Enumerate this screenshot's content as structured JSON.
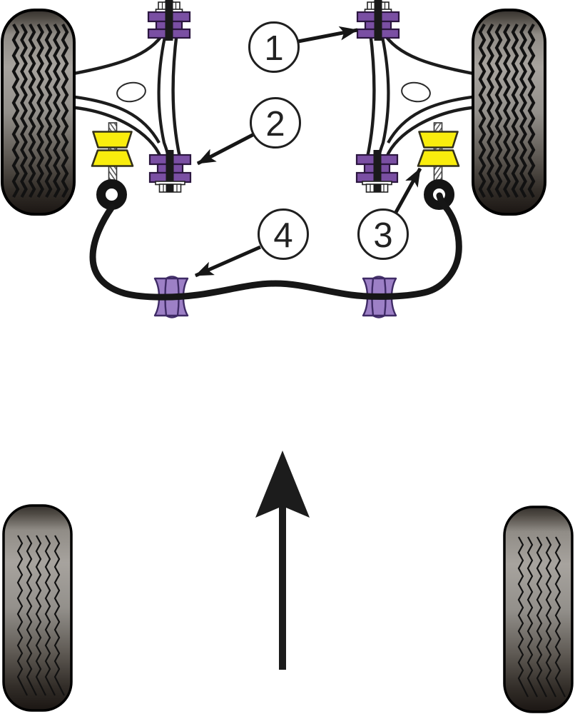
{
  "diagram": {
    "title_hint": "front suspension bushing diagram",
    "callouts": [
      {
        "number": "1"
      },
      {
        "number": "2"
      },
      {
        "number": "3"
      },
      {
        "number": "4"
      }
    ],
    "colors": {
      "purple": "#7a4fa3",
      "purple_light": "#9d80c6",
      "yellow": "#f9ed0d",
      "ink": "#1c1c1c"
    }
  }
}
